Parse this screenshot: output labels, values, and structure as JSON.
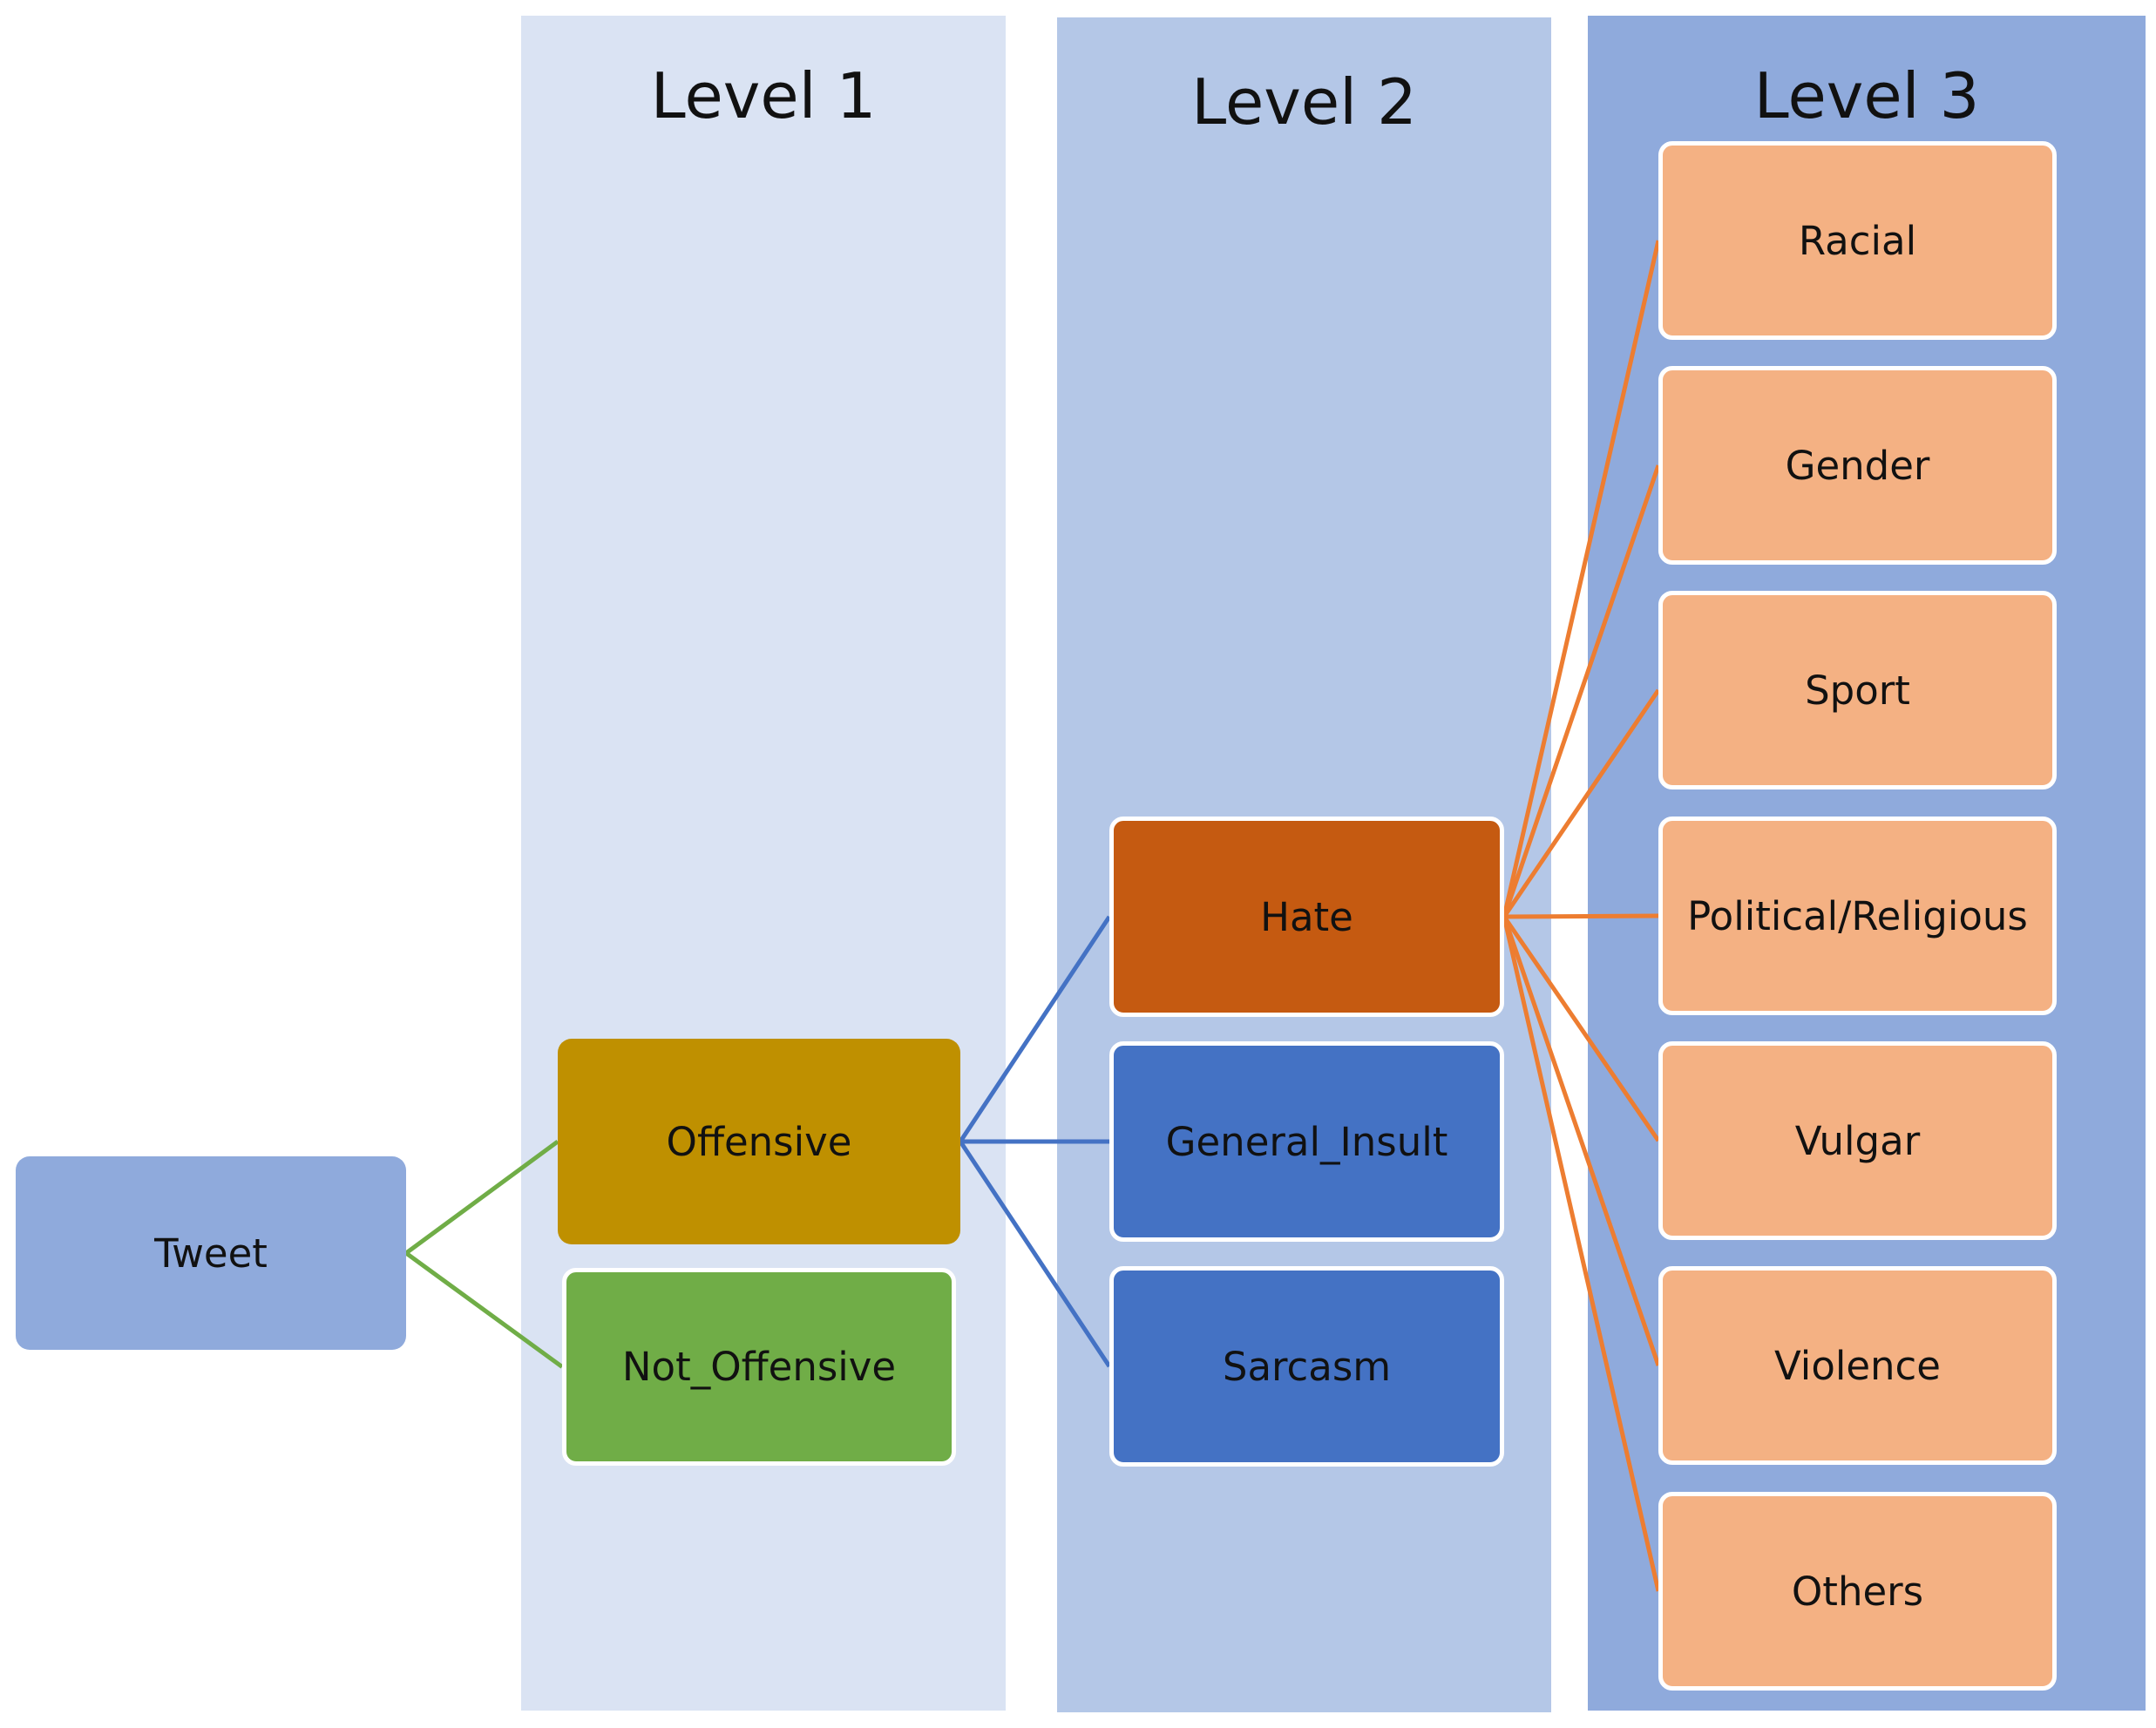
{
  "levels": [
    {
      "title": "Level 1",
      "color": "#dae3f3"
    },
    {
      "title": "Level 2",
      "color": "#b4c7e7"
    },
    {
      "title": "Level 3",
      "color": "#8faadc"
    }
  ],
  "nodes": {
    "tweet": {
      "label": "Tweet",
      "color": "#8faadc"
    },
    "offensive": {
      "label": "Offensive",
      "color": "#bf9000"
    },
    "not_offensive": {
      "label": "Not_Offensive",
      "color": "#70ad47"
    },
    "hate": {
      "label": "Hate",
      "color": "#c55a11"
    },
    "general_insult": {
      "label": "General_Insult",
      "color": "#4472c4"
    },
    "sarcasm": {
      "label": "Sarcasm",
      "color": "#4472c4"
    },
    "racial": {
      "label": "Racial",
      "color": "#f4b183"
    },
    "gender": {
      "label": "Gender",
      "color": "#f4b183"
    },
    "sport": {
      "label": "Sport",
      "color": "#f4b183"
    },
    "political_religious": {
      "label": "Political/Religious",
      "color": "#f4b183"
    },
    "vulgar": {
      "label": "Vulgar",
      "color": "#f4b183"
    },
    "violence": {
      "label": "Violence",
      "color": "#f4b183"
    },
    "others": {
      "label": "Others",
      "color": "#f4b183"
    }
  },
  "edges": [
    {
      "from": "tweet",
      "to": "offensive",
      "color": "#70ad47"
    },
    {
      "from": "tweet",
      "to": "not_offensive",
      "color": "#70ad47"
    },
    {
      "from": "offensive",
      "to": "hate",
      "color": "#4472c4"
    },
    {
      "from": "offensive",
      "to": "general_insult",
      "color": "#4472c4"
    },
    {
      "from": "offensive",
      "to": "sarcasm",
      "color": "#4472c4"
    },
    {
      "from": "hate",
      "to": "racial",
      "color": "#ed7d31"
    },
    {
      "from": "hate",
      "to": "gender",
      "color": "#ed7d31"
    },
    {
      "from": "hate",
      "to": "sport",
      "color": "#ed7d31"
    },
    {
      "from": "hate",
      "to": "political_religious",
      "color": "#ed7d31"
    },
    {
      "from": "hate",
      "to": "vulgar",
      "color": "#ed7d31"
    },
    {
      "from": "hate",
      "to": "violence",
      "color": "#ed7d31"
    },
    {
      "from": "hate",
      "to": "others",
      "color": "#ed7d31"
    }
  ]
}
